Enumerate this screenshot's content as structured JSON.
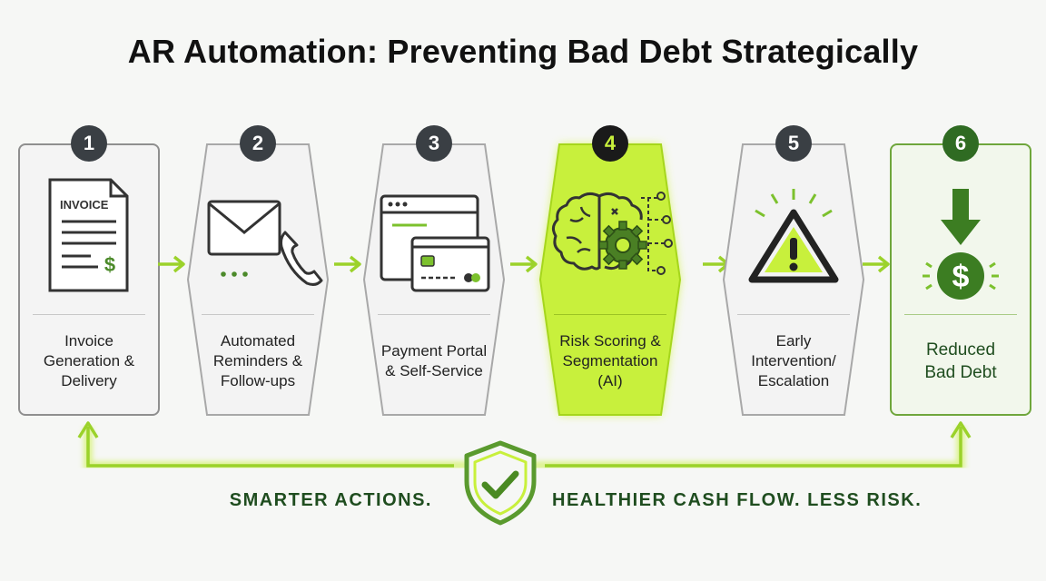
{
  "title": "AR Automation: Preventing Bad Debt Strategically",
  "steps": [
    {
      "number": "1",
      "label_lines": [
        "Invoice",
        "Generation &",
        "Delivery"
      ],
      "icon": "invoice-icon",
      "icon_text": "INVOICE"
    },
    {
      "number": "2",
      "label_lines": [
        "Automated",
        "Reminders &",
        "Follow-ups"
      ],
      "icon": "envelope-phone-icon"
    },
    {
      "number": "3",
      "label_lines": [
        "Payment Portal",
        "& Self-Service"
      ],
      "icon": "payment-card-icon"
    },
    {
      "number": "4",
      "label_lines": [
        "Risk Scoring &",
        "Segmentation",
        "(AI)"
      ],
      "icon": "brain-gear-icon"
    },
    {
      "number": "5",
      "label_lines": [
        "Early",
        "Intervention/",
        "Escalation"
      ],
      "icon": "warning-icon"
    },
    {
      "number": "6",
      "label_lines": [
        "Reduced",
        "Bad Debt"
      ],
      "icon": "dollar-down-icon"
    }
  ],
  "tagline_left": "SMARTER ACTIONS.",
  "tagline_right": "HEALTHIER CASH FLOW. LESS RISK.",
  "colors": {
    "accent_lime": "#c8f03c",
    "accent_green": "#5a9a2e",
    "dark_green": "#2f6b22",
    "badge_dark": "#3a3f44",
    "text_dark": "#111111"
  }
}
